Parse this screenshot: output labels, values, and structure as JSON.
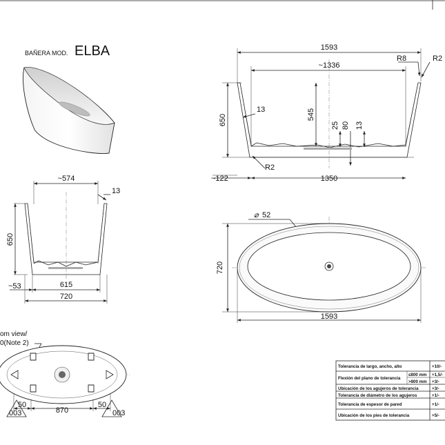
{
  "title": {
    "prefix": "BAÑERA MOD.",
    "model": "ELBA"
  },
  "side_view": {
    "overall_length": "1593",
    "inner_length": "~1336",
    "radius_rim_1": "R8",
    "radius_rim_2": "R2",
    "height": "650",
    "wall_thickness": "13",
    "inner_depth": "545",
    "foot_25": "25",
    "foot_80": "80",
    "foot_13": "13",
    "radius_base": "R2",
    "base_offset": "~122",
    "base_length": "1350"
  },
  "end_view": {
    "inner_width": "~574",
    "wall_thickness": "13",
    "height": "650",
    "base_offset": "~53",
    "base_width": "615",
    "overall_width": "720"
  },
  "top_view": {
    "drain_diameter": "52",
    "width": "720",
    "length": "1593"
  },
  "bottom_view": {
    "label_line1": "om view/",
    "label_line2": "0(Note 2)",
    "gap_left": "50",
    "feet_spacing": "870",
    "gap_right": "50",
    "tolerance_ref_left": "003",
    "tolerance_ref_right": "003"
  },
  "tolerance_table": {
    "rows": [
      {
        "label": "Tolerancia de largo, ancho, alto",
        "sub": "",
        "value": "+10/-"
      },
      {
        "label": "Flexión del plano de tolerancia",
        "sub": "≤800 mm",
        "value": "+1,5/-"
      },
      {
        "label": "",
        "sub": ">800 mm",
        "value": "+3/-"
      },
      {
        "label": "Ubicación de los agujeros de tolerancia",
        "sub": "",
        "value": "+3/-"
      },
      {
        "label": "Tolerancia de diámetro de los agujeros",
        "sub": "",
        "value": "+1/-"
      },
      {
        "label": "Tolerancia de espesor de pared",
        "sub": "",
        "value": "+1/-"
      },
      {
        "label": "Ubicación de los pies de tolerancia",
        "sub": "",
        "value": "+5/-"
      }
    ]
  }
}
